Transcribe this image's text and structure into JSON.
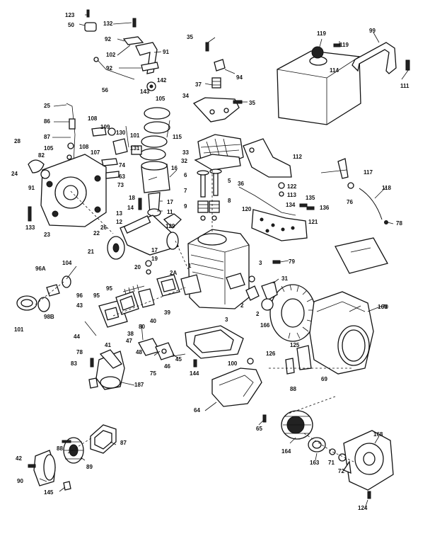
{
  "diagram": {
    "labels": {
      "l1": "123",
      "l2": "50",
      "l3": "132",
      "l4": "92",
      "l5": "102",
      "l6": "91",
      "l7": "92",
      "l8": "56",
      "l9": "35",
      "l10": "94",
      "l11": "37",
      "l12": "34",
      "l13": "35",
      "l14": "119",
      "l15": "99",
      "l16": "119",
      "l17": "114",
      "l18": "111",
      "l19": "25",
      "l20": "86",
      "l21": "87",
      "l22": "105",
      "l23": "108",
      "l24": "109",
      "l25": "130",
      "l26": "107",
      "l27": "108",
      "l28": "101",
      "l29": "115",
      "l30": "28",
      "l31": "82",
      "l32": "24",
      "l33": "91",
      "l34": "23",
      "l35": "133",
      "l36": "131",
      "l37": "74",
      "l38": "63",
      "l39": "73",
      "l40": "16",
      "l41": "18",
      "l42": "14",
      "l43": "17",
      "l44": "11",
      "l45": "13",
      "l46": "12",
      "l47": "22",
      "l48": "26",
      "l49": "17",
      "l50": "19",
      "l51": "20",
      "l52": "21",
      "l53": "129",
      "l54": "33",
      "l55": "32",
      "l56": "6",
      "l57": "5",
      "l58": "7",
      "l59": "8",
      "l60": "9",
      "l61": "36",
      "l62": "120",
      "l63": "112",
      "l64": "122",
      "l65": "113",
      "l66": "117",
      "l67": "118",
      "l68": "76",
      "l69": "78",
      "l70": "135",
      "l71": "134",
      "l72": "136",
      "l73": "121",
      "l74": "3",
      "l75": "79",
      "l76": "1",
      "l77": "31",
      "l78": "2A",
      "l79": "2",
      "l80": "166",
      "l81": "160",
      "l82": "96A",
      "l83": "104",
      "l84": "96",
      "l85": "95",
      "l86": "43",
      "l87": "101",
      "l88": "98B",
      "l89": "44",
      "l90": "38",
      "l91": "39",
      "l92": "40",
      "l93": "41",
      "l94": "45",
      "l95": "46",
      "l96": "47",
      "l97": "48",
      "l98": "75",
      "l99": "80",
      "l100": "78",
      "l101": "83",
      "l102": "187",
      "l103": "144",
      "l104": "100",
      "l105": "125",
      "l106": "126",
      "l107": "69",
      "l108": "88",
      "l109": "70",
      "l110": "64",
      "l111": "65",
      "l112": "164",
      "l113": "163",
      "l114": "71",
      "l115": "72",
      "l116": "168",
      "l117": "124",
      "l118": "42",
      "l119": "88",
      "l120": "89",
      "l121": "87",
      "l122": "90",
      "l123": "145",
      "l124": "95",
      "l125": "142",
      "l126": "143",
      "l127": "105",
      "l128": "3",
      "l129": "2"
    }
  }
}
